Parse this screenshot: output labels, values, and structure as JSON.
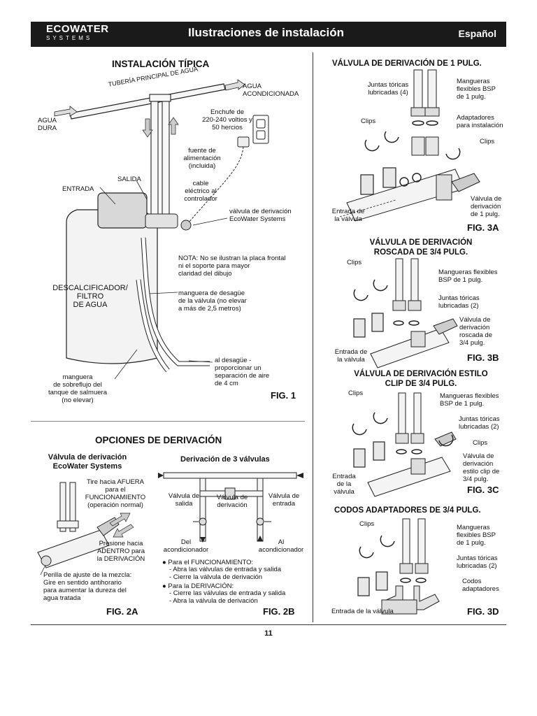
{
  "header": {
    "brand": "ECOWATER",
    "brand_sub": "SYSTEMS",
    "title": "Ilustraciones de instalación",
    "language": "Español"
  },
  "fig1": {
    "heading": "INSTALACIÓN TÍPICA",
    "main_pipe": "TUBERÍA PRINCIPAL DE AGUA",
    "soft_water": "AGUA\nACONDICIONADA",
    "hard_water": "AGUA\nDURA",
    "outlet_plug": "Enchufe de\n220-240 voltios y\n50 hercios",
    "power_supply": "fuente de\nalimentación\n(incluida)",
    "cable": "cable\neléctrico al\ncontrolador",
    "outlet": "SALIDA",
    "inlet": "ENTRADA",
    "bypass_valve": "válvula de derivación\nEcoWater Systems",
    "note": "NOTA: No se ilustran la placa frontal\nni el soporte para mayor\nclaridad del dibujo",
    "softener": "DESCALCIFICADOR/\nFILTRO\nDE AGUA",
    "drain_hose": "manguera de desagüe\nde la válvula (no elevar\na más de 2,5 metros)",
    "to_drain": "al desagüe -\nproporcionar un\nseparación de aire\nde 4 cm",
    "overflow_hose": "manguera\nde sobreflujo del\ntanque de salmuera\n(no elevar)",
    "label": "FIG. 1"
  },
  "bypass_options": {
    "heading": "OPCIONES DE DERIVACIÓN",
    "fig2a": {
      "title": "Válvula de derivación\nEcoWater Systems",
      "pull_out": "Tire hacia AFUERA\npara el\nFUNCIONAMIENTO\n(operación normal)",
      "push_in": "Presione hacia\nADENTRO para\nla DERIVACIÓN",
      "mix_knob": "Perilla de ajuste de la mezcla:\nGire en sentido antihorario\npara aumentar la dureza del\nagua tratada",
      "label": "FIG. 2A"
    },
    "fig2b": {
      "title": "Derivación de 3 válvulas",
      "outlet_valve": "Válvula de\nsalida",
      "bypass_valve": "Válvula de\nderivación",
      "inlet_valve": "Válvula de\nentrada",
      "from_conditioner": "Del\nacondicionador",
      "to_conditioner": "Al\nacondicionador",
      "for_operation": "Para el FUNCIONAMIENTO:",
      "op_steps": "- Abra las válvulas de entrada y salida\n- Cierre la válvula de derivación",
      "for_bypass": "Para la DERIVACIÓN:",
      "bypass_steps": "- Cierre las válvulas de entrada y salida\n- Abra la válvula de derivación",
      "label": "FIG. 2B"
    }
  },
  "fig3a": {
    "heading": "VÁLVULA DE DERIVACIÓN DE 1 PULG.",
    "orings": "Juntas tóricas\nlubricadas (4)",
    "hoses": "Mangueras\nflexibles BSP\nde 1 pulg.",
    "adapters": "Adaptadores\npara instalación",
    "clips_left": "Clips",
    "clips_right": "Clips",
    "bypass": "Válvula de\nderivación\nde 1 pulg.",
    "valve_inlet": "Entrada de\nla válvula",
    "label": "FIG. 3A"
  },
  "fig3b": {
    "heading": "VÁLVULA DE DERIVACIÓN\nROSCADA DE 3/4 PULG.",
    "clips": "Clips",
    "hoses": "Mangueras flexibles\nBSP de 1 pulg.",
    "orings": "Juntas tóricas\nlubricadas (2)",
    "bypass": "Válvula de\nderivación\nroscada de\n3/4 pulg.",
    "valve_inlet": "Entrada de\nla válvula",
    "label": "FIG. 3B"
  },
  "fig3c": {
    "heading": "VÁLVULA DE DERIVACIÓN ESTILO\nCLIP DE 3/4 PULG.",
    "clips_left": "Clips",
    "hoses": "Mangueras flexibles\nBSP de 1 pulg.",
    "orings": "Juntas tóricas\nlubricadas (2)",
    "clips_right": "Clips",
    "bypass": "Válvula de\nderivación\nestilo clip de\n3/4 pulg.",
    "valve_inlet": "Entrada\nde la\nválvula",
    "label": "FIG. 3C"
  },
  "fig3d": {
    "heading": "CODOS ADAPTADORES DE 3/4 PULG.",
    "clips": "Clips",
    "hoses": "Mangueras\nflexibles BSP\nde 1 pulg.",
    "orings": "Juntas tóricas\nlubricadas (2)",
    "elbows": "Codos\nadaptadores",
    "valve_inlet": "Entrada de la válvula",
    "label": "FIG. 3D"
  },
  "page_number": "11"
}
